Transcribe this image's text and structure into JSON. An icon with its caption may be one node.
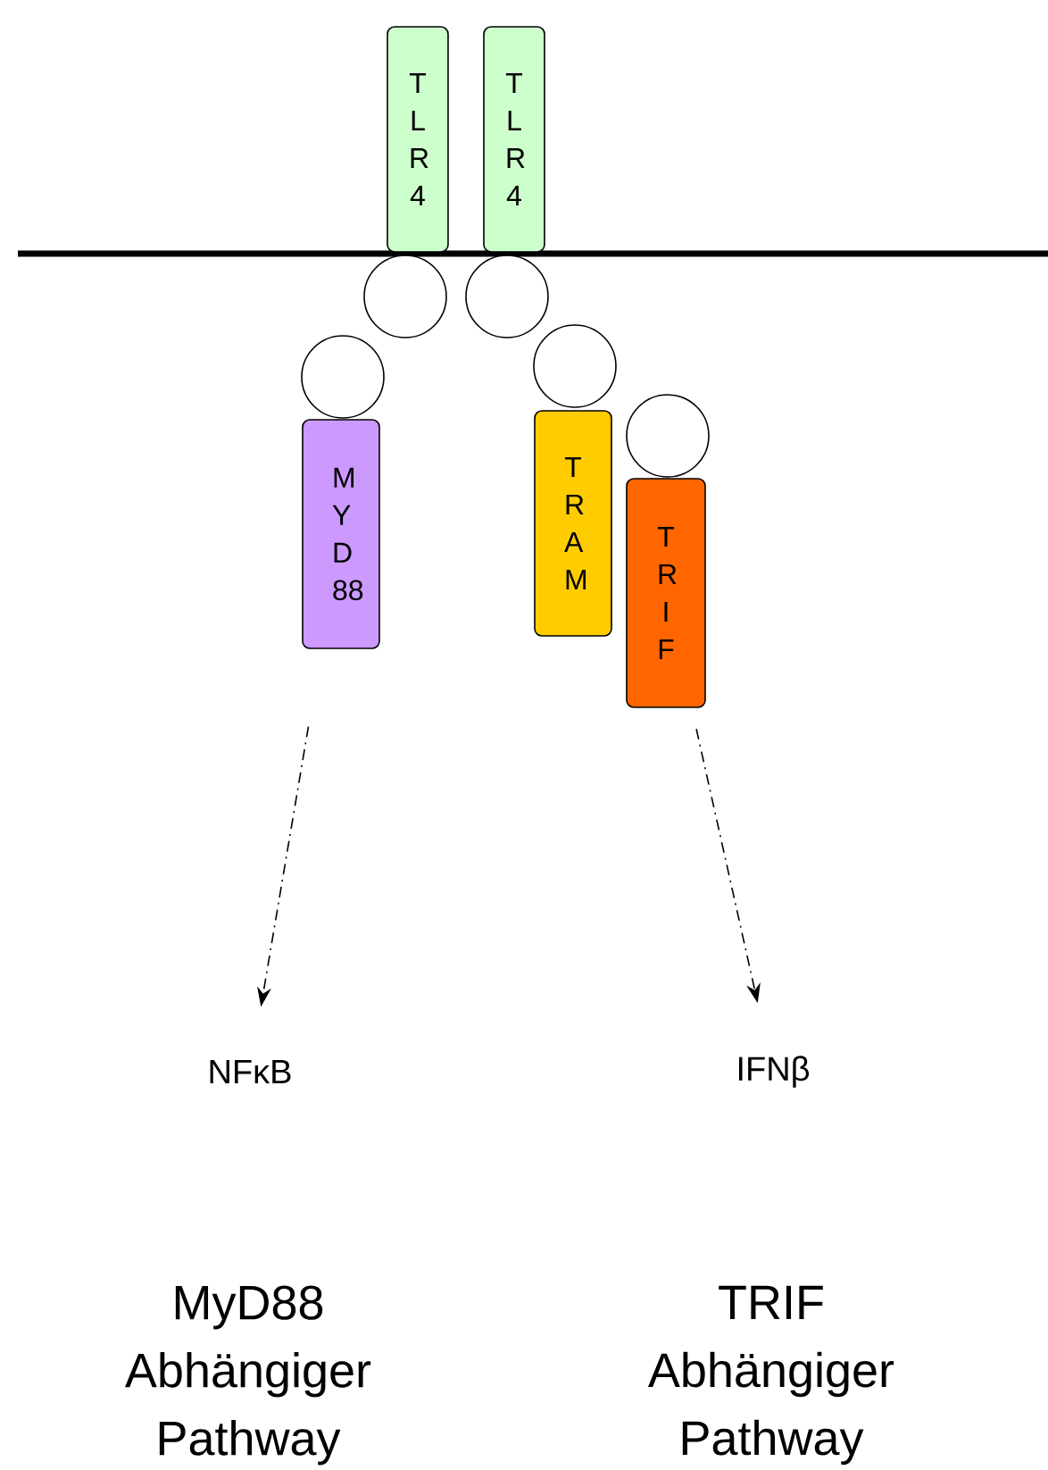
{
  "diagram": {
    "nodes": [
      {
        "text": [
          "T L R 4"
        ]
      },
      {
        "text": [
          "T L R 4"
        ]
      },
      {
        "text": [],
        "shape": "circle"
      },
      {
        "text": [],
        "shape": "circle"
      },
      {
        "text": [],
        "shape": "circle"
      },
      {
        "text": [],
        "shape": "circle"
      },
      {
        "text": [],
        "shape": "circle"
      },
      {
        "text": [
          "M Y D 88"
        ]
      },
      {
        "text": [
          "T R A M"
        ]
      },
      {
        "text": [
          "T R I F"
        ]
      },
      {
        "text": [
          "NFκB"
        ]
      },
      {
        "text": [
          "IFNβ"
        ]
      }
    ],
    "edges": [
      {
        "from": 7,
        "to": 10,
        "arrow": "to",
        "style": "dashed"
      },
      {
        "from": 9,
        "to": 11,
        "arrow": "to",
        "style": "dashed"
      }
    ],
    "labels": [
      "MyD88 Abhängiger Pathway",
      "TRIF Abhängiger Pathway"
    ]
  }
}
